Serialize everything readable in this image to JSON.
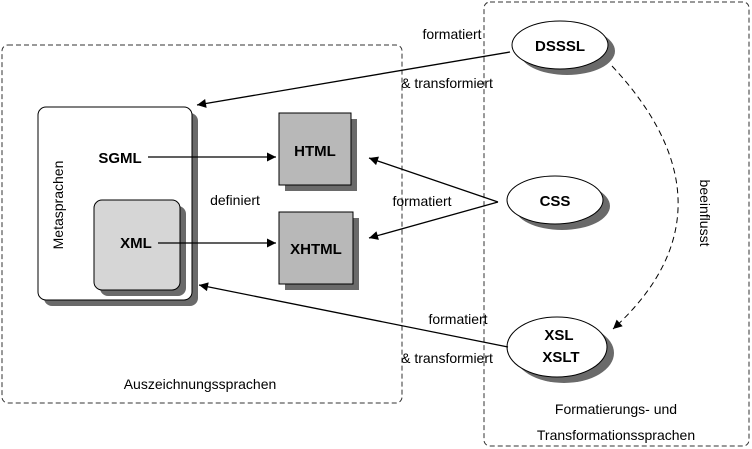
{
  "groups": {
    "markup_languages": "Auszeichnungssprachen",
    "styling_languages_line1": "Formatierungs- und",
    "styling_languages_line2": "Transformationssprachen"
  },
  "meta": {
    "label": "Metasprachen",
    "sgml": "SGML",
    "xml": "XML"
  },
  "docs": {
    "html": "HTML",
    "xhtml": "XHTML"
  },
  "styles": {
    "dsssl": "DSSSL",
    "css": "CSS",
    "xsl": "XSL",
    "xslt": "XSLT"
  },
  "edges": {
    "defines": "definiert",
    "dsssl_formats": "formatiert",
    "dsssl_transforms": "& transformiert",
    "css_formats": "formatiert",
    "xsl_formats": "formatiert",
    "xsl_transforms": "& transformiert",
    "influences": "beeinflusst"
  },
  "colors": {
    "gray_box": "#b8b8b8",
    "light_gray_box": "#d6d6d6",
    "shadow": "#6a6a6a",
    "line": "#000000"
  }
}
